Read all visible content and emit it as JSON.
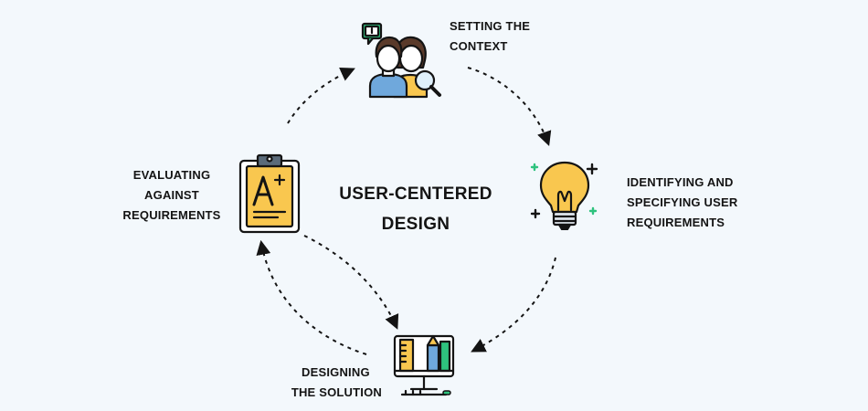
{
  "diagram": {
    "center_title": [
      "USER-CENTERED",
      "DESIGN"
    ],
    "steps": [
      {
        "id": "context",
        "lines": [
          "SETTING THE",
          "CONTEXT"
        ],
        "icon": "users-magnifier-icon"
      },
      {
        "id": "requirements",
        "lines": [
          "IDENTIFYING AND",
          "SPECIFYING USER",
          "REQUIREMENTS"
        ],
        "icon": "lightbulb-icon"
      },
      {
        "id": "design",
        "lines": [
          "DESIGNING",
          "THE SOLUTION"
        ],
        "icon": "monitor-ruler-pencil-icon"
      },
      {
        "id": "evaluate",
        "lines": [
          "EVALUATING",
          "AGAINST",
          "REQUIREMENTS"
        ],
        "icon": "clipboard-grade-icon"
      }
    ],
    "colors": {
      "background": "#f3f8fc",
      "accent_yellow": "#f9c74f",
      "accent_green": "#2ec27e",
      "accent_blue": "#6fa8dc",
      "ink": "#141414"
    }
  }
}
